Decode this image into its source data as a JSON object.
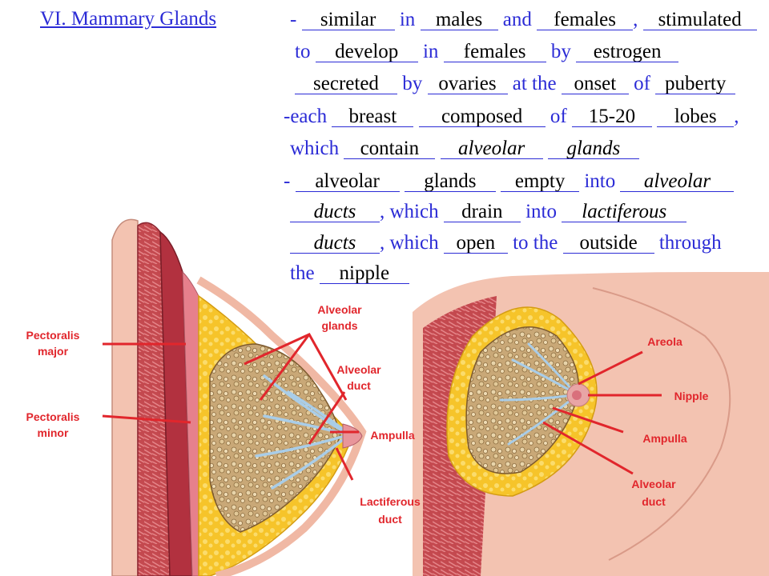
{
  "notes": {
    "title": "VI. Mammary Glands",
    "lines": [
      [
        {
          "t": "- "
        },
        {
          "b": "similar",
          "w": 116
        },
        {
          "t": " in "
        },
        {
          "b": "males",
          "w": 97
        },
        {
          "t": " and "
        },
        {
          "b": "females",
          "w": 120
        },
        {
          "t": ", "
        },
        {
          "b": "stimulated",
          "w": 142
        }
      ],
      [
        {
          "t": "to "
        },
        {
          "b": "develop",
          "w": 128
        },
        {
          "t": " in "
        },
        {
          "b": "females",
          "w": 128
        },
        {
          "t": " by "
        },
        {
          "b": "estrogen",
          "w": 128
        }
      ],
      [
        {
          "b": "secreted",
          "w": 128
        },
        {
          "t": " by "
        },
        {
          "b": "ovaries",
          "w": 100
        },
        {
          "t": " at the "
        },
        {
          "b": "onset",
          "w": 84
        },
        {
          "t": " of "
        },
        {
          "b": "puberty",
          "w": 100
        }
      ],
      [
        {
          "t": "-each "
        },
        {
          "b": "breast",
          "w": 102
        },
        {
          "t": " "
        },
        {
          "b": "composed",
          "w": 158
        },
        {
          "t": " of "
        },
        {
          "b": "15-20",
          "w": 100
        },
        {
          "t": " "
        },
        {
          "b": "lobes",
          "w": 96
        },
        {
          "t": ","
        }
      ],
      [
        {
          "t": "which "
        },
        {
          "b": "contain",
          "w": 114
        },
        {
          "t": " "
        },
        {
          "b": "alveolar",
          "w": 128,
          "i": true
        },
        {
          "t": " "
        },
        {
          "b": "glands",
          "w": 114,
          "i": true
        }
      ],
      [
        {
          "t": "- "
        },
        {
          "b": "alveolar",
          "w": 130
        },
        {
          "t": " "
        },
        {
          "b": "glands",
          "w": 114
        },
        {
          "t": " "
        },
        {
          "b": "empty",
          "w": 98
        },
        {
          "t": " into "
        },
        {
          "b": "alveolar",
          "w": 142,
          "i": true
        }
      ],
      [
        {
          "b": "ducts",
          "w": 112,
          "i": true
        },
        {
          "t": ", which "
        },
        {
          "b": "drain",
          "w": 96
        },
        {
          "t": " into "
        },
        {
          "b": "lactiferous",
          "w": 156,
          "i": true
        }
      ],
      [
        {
          "b": "ducts",
          "w": 112,
          "i": true
        },
        {
          "t": ", which "
        },
        {
          "b": "open",
          "w": 80
        },
        {
          "t": " to the "
        },
        {
          "b": "outside",
          "w": 114
        },
        {
          "t": " through"
        }
      ],
      [
        {
          "t": "the "
        },
        {
          "b": "nipple",
          "w": 112
        }
      ]
    ]
  },
  "labels": {
    "pectoralis_major": [
      "Pectoralis",
      "major"
    ],
    "pectoralis_minor": [
      "Pectoralis",
      "minor"
    ],
    "alveolar_glands": [
      "Alveolar",
      "glands"
    ],
    "alveolar_duct_left": [
      "Alveolar",
      "duct"
    ],
    "ampulla_left": [
      "Ampulla"
    ],
    "lactiferous_duct": [
      "Lactiferous",
      "duct"
    ],
    "areola": [
      "Areola"
    ],
    "nipple": [
      "Nipple"
    ],
    "ampulla_right": [
      "Ampulla"
    ],
    "alveolar_duct_right": [
      "Alveolar",
      "duct"
    ]
  },
  "colors": {
    "text": "#2b2bd6",
    "label": "#e1262c",
    "fat": "#f6c42a",
    "muscle": "#b2313f",
    "skin": "#f3c3b1",
    "gland": "#c9a877",
    "duct": "#a9cde8"
  }
}
